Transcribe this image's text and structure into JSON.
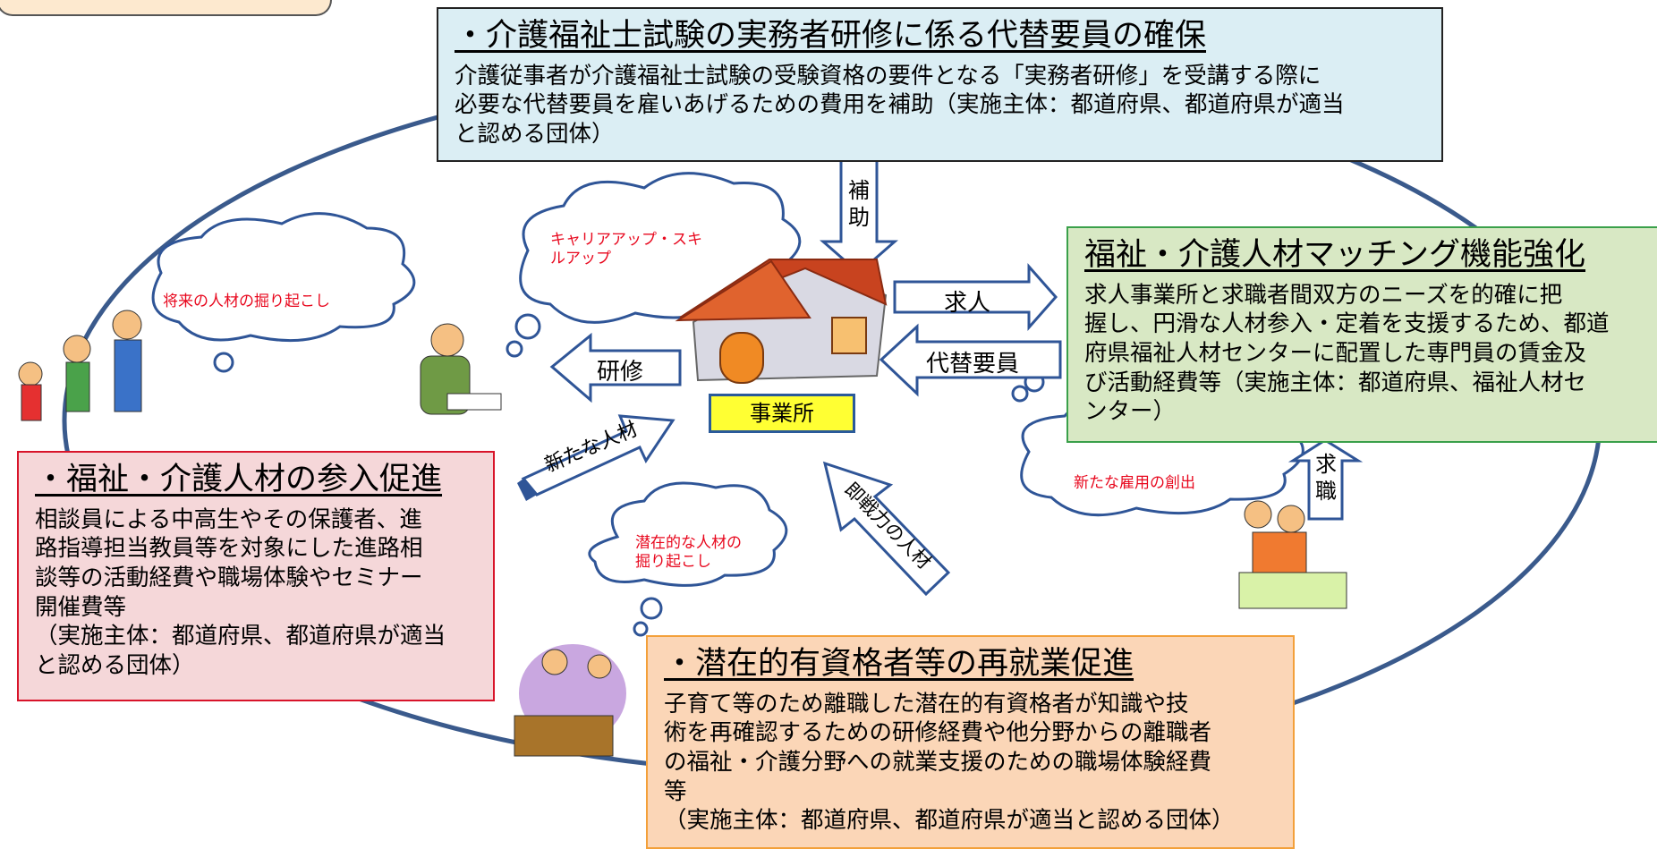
{
  "boxes": {
    "substitute": {
      "title": "・介護福祉士試験の実務者研修に係る代替要員の確保",
      "lines": [
        "介護従事者が介護福祉士試験の受験資格の要件となる「実務者研修」を受講する際に",
        "必要な代替要員を雇いあげるための費用を補助（実施主体：都道府県、都道府県が適当",
        "と認める団体）"
      ]
    },
    "matching": {
      "title": "福祉・介護人材マッチング機能強化",
      "lines": [
        "求人事業所と求職者間双方のニーズを的確に把",
        "握し、円滑な人材参入・定着を支援するため、都道",
        "府県福祉人材センターに配置した専門員の賃金及",
        "び活動経費等（実施主体：都道府県、福祉人材セ",
        "ンター）"
      ]
    },
    "entry": {
      "title": "・福祉・介護人材の参入促進",
      "lines": [
        "相談員による中高生やその保護者、進",
        "路指導担当教員等を対象にした進路相",
        "談等の活動経費や職場体験やセミナー",
        "開催費等",
        "（実施主体：都道府県、都道府県が適当",
        "と認める団体）"
      ]
    },
    "reemploy": {
      "title": "・潜在的有資格者等の再就業促進",
      "lines": [
        "子育て等のため離職した潜在的有資格者が知識や技",
        "術を再確認するための研修経費や他分野からの離職者",
        "の福祉・介護分野への就業支援のための職場体験経費",
        "等",
        "（実施主体：都道府県、都道府県が適当と認める団体）"
      ]
    }
  },
  "arrows": {
    "subsidy": [
      "補",
      "助"
    ],
    "job_offer": "求人",
    "substitute_staff": "代替要員",
    "training": "研修",
    "new_talent": "新たな人材",
    "ready_talent": "即戦力の人材",
    "job_seeking": [
      "求",
      "職"
    ]
  },
  "clouds": {
    "career": [
      "キャリアアップ・スキ",
      "ルアップ"
    ],
    "future": [
      "将来の人材の掘り起こし"
    ],
    "new_employment": [
      "新たな雇用の創出"
    ],
    "latent": [
      "潜在的な人材の",
      "掘り起こし"
    ]
  },
  "office": "事業所",
  "colors": {
    "loop": "#3a5a8c",
    "arrow_fill": "#ffffff",
    "arrow_stroke": "#2f5597",
    "cloud_text": "#e8081e",
    "office_label_bg": "#ffff33"
  }
}
